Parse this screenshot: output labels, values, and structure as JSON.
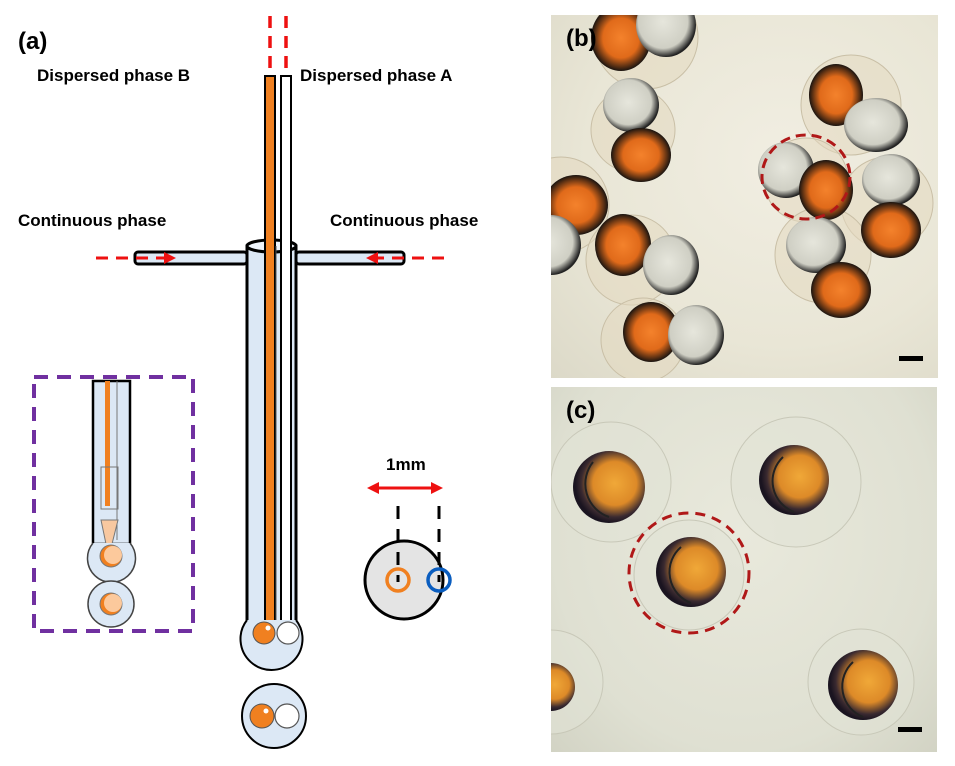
{
  "figure": {
    "panel_a": {
      "letter": "(a)",
      "labels": {
        "dispersed_b": "Dispersed phase B",
        "dispersed_a": "Dispersed phase A",
        "continuous_left": "Continuous phase",
        "continuous_right": "Continuous phase"
      },
      "cross_section": {
        "scale_label": "1mm"
      },
      "colors": {
        "phase_b": "#f08020",
        "phase_a": "#ffffff",
        "outer_tube": "#dce8f5",
        "flow_arrow": "#ee1111",
        "inset_border": "#7030a0",
        "ring_orange": "#f08020",
        "ring_blue": "#0a5dbf"
      }
    },
    "panel_b": {
      "letter": "(b)",
      "description": "Micrograph of Janus droplets with orange and clear halves",
      "scale_bar": true
    },
    "panel_c": {
      "letter": "(c)",
      "description": "Micrograph of core-shell droplets",
      "scale_bar": true
    }
  }
}
